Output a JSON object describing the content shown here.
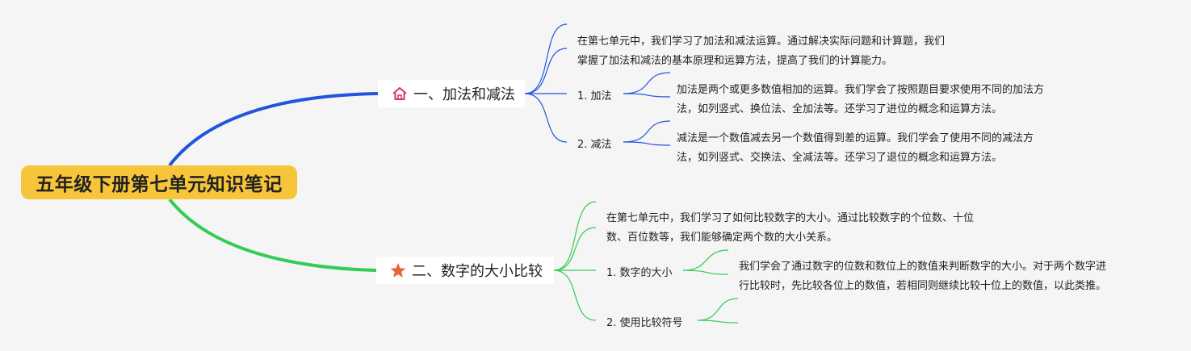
{
  "root": {
    "title": "五年级下册第七单元知识笔记"
  },
  "branches": [
    {
      "label": "一、加法和减法",
      "icon": "house-icon",
      "color": "#2255dd",
      "summary": [
        "在第七单元中，我们学习了加法和减法运算。通过解决实际问题和计算题，我们",
        "掌握了加法和减法的基本原理和运算方法，提高了我们的计算能力。"
      ],
      "subs": [
        {
          "label": "1. 加法",
          "detail": [
            "加法是两个或更多数值相加的运算。我们学会了按照题目要求使用不同的加法方",
            "法，如列竖式、换位法、全加法等。还学习了进位的概念和运算方法。"
          ]
        },
        {
          "label": "2. 减法",
          "detail": [
            "减法是一个数值减去另一个数值得到差的运算。我们学会了使用不同的减法方",
            "法，如列竖式、交换法、全减法等。还学习了退位的概念和运算方法。"
          ]
        }
      ]
    },
    {
      "label": "二、数字的大小比较",
      "icon": "star-icon",
      "color": "#33cc55",
      "summary": [
        "在第七单元中，我们学习了如何比较数字的大小。通过比较数字的个位数、十位",
        "数、百位数等，我们能够确定两个数的大小关系。"
      ],
      "subs": [
        {
          "label": "1. 数字的大小",
          "detail": [
            "我们学会了通过数字的位数和数位上的数值来判断数字的大小。对于两个数字进",
            "行比较时，先比较各位上的数值，若相同则继续比较十位上的数值，以此类推。"
          ]
        },
        {
          "label": "2. 使用比较符号",
          "detail": []
        }
      ]
    }
  ]
}
